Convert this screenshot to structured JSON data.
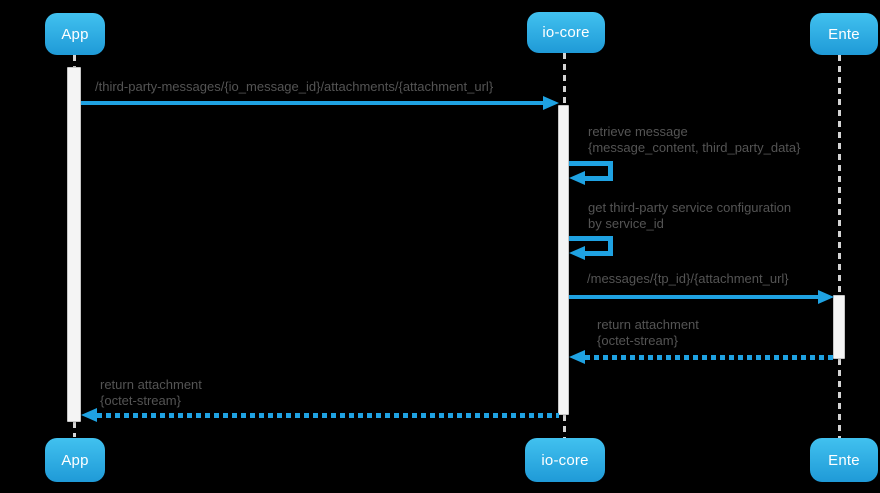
{
  "diagram": {
    "type": "sequence-diagram",
    "colors": {
      "accent": "#1FA2E2",
      "actor_top": "#41C1EF",
      "actor_bottom": "#1F9AD7",
      "label_text": "#545454",
      "background": "#000000",
      "lifeline": "#D4D4D4",
      "activation_fill": "#F4F4F4"
    },
    "participants": [
      {
        "name": "App"
      },
      {
        "name": "io-core"
      },
      {
        "name": "Ente"
      }
    ],
    "messages": [
      {
        "from": "App",
        "to": "io-core",
        "type": "request",
        "line": "solid",
        "label": "/third-party-messages/{io_message_id}/attachments/{attachment_url}"
      },
      {
        "from": "io-core",
        "to": "io-core",
        "type": "self",
        "line": "solid",
        "label": "retrieve message\n{message_content, third_party_data}"
      },
      {
        "from": "io-core",
        "to": "io-core",
        "type": "self",
        "line": "solid",
        "label": "get third-party service configuration\nby service_id"
      },
      {
        "from": "io-core",
        "to": "Ente",
        "type": "request",
        "line": "solid",
        "label": "/messages/{tp_id}/{attachment_url}"
      },
      {
        "from": "Ente",
        "to": "io-core",
        "type": "return",
        "line": "dotted",
        "label": "return attachment\n{octet-stream}"
      },
      {
        "from": "io-core",
        "to": "App",
        "type": "return",
        "line": "dotted",
        "label": "return attachment\n{octet-stream}"
      }
    ]
  }
}
